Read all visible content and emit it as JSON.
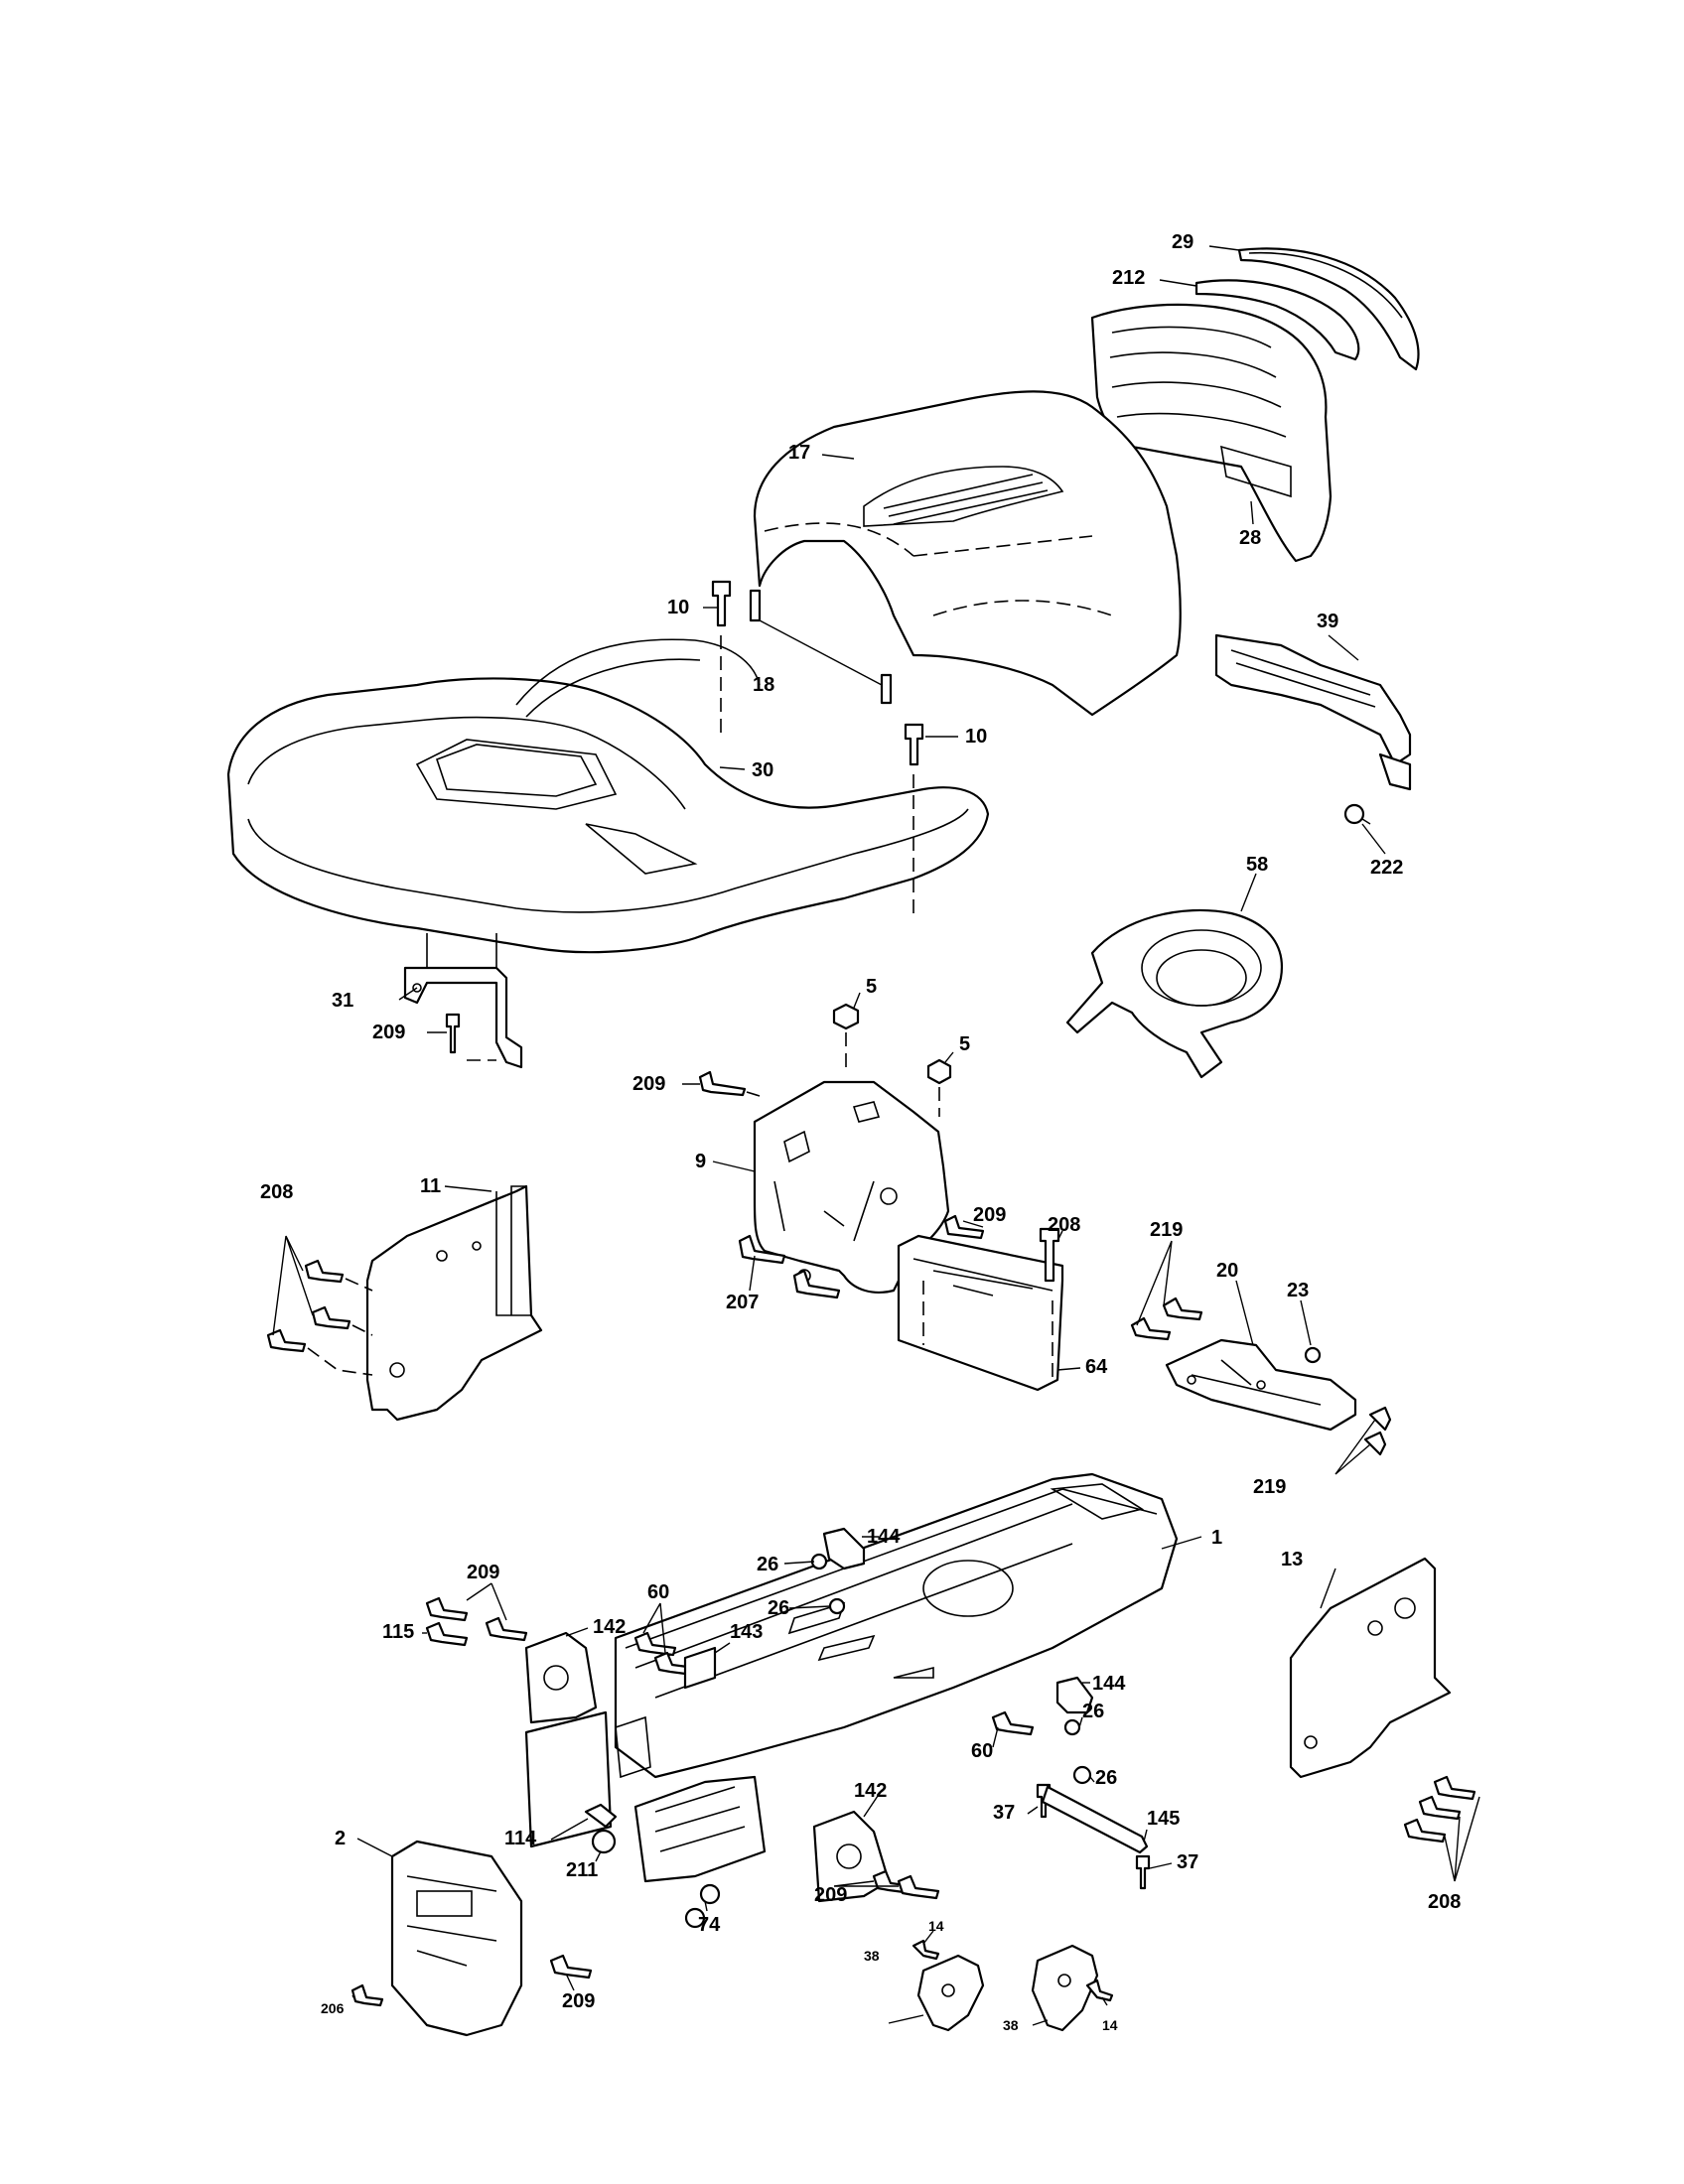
{
  "callouts": {
    "c29": "29",
    "c212": "212",
    "c17": "17",
    "c28": "28",
    "c10a": "10",
    "c18": "18",
    "c10b": "10",
    "c30": "30",
    "c39": "39",
    "c222": "222",
    "c58": "58",
    "c31": "31",
    "c209a": "209",
    "c5a": "5",
    "c5b": "5",
    "c209b": "209",
    "c9": "9",
    "c209c": "209",
    "c208a": "208",
    "c207": "207",
    "c64": "64",
    "c208b": "208",
    "c11": "11",
    "c219a": "219",
    "c20": "20",
    "c23": "23",
    "c219b": "219",
    "c1": "1",
    "c144a": "144",
    "c26a": "26",
    "c26b": "26",
    "c209d": "209",
    "c60a": "60",
    "c115": "115",
    "c142a": "142",
    "c143": "143",
    "c144b": "144",
    "c26c": "26",
    "c60b": "60",
    "c26d": "26",
    "c13": "13",
    "c208c": "208",
    "c142b": "142",
    "c37a": "37",
    "c145": "145",
    "c37b": "37",
    "c114": "114",
    "c211": "211",
    "c209e": "209",
    "c74": "74",
    "c2": "2",
    "c206": "206",
    "c209f": "209",
    "c14a": "14",
    "c38a": "38",
    "c38b": "38",
    "c14b": "14"
  }
}
